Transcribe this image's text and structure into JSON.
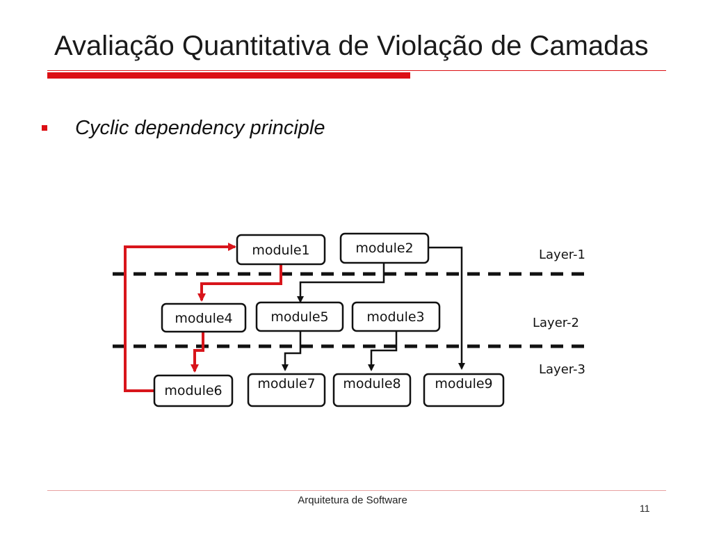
{
  "slide": {
    "title": "Avaliação Quantitativa de Violação de Camadas",
    "bullet": "Cyclic dependency principle",
    "footer": "Arquitetura de Software",
    "page_number": "11"
  },
  "diagram": {
    "layers": [
      "Layer-1",
      "Layer-2",
      "Layer-3"
    ],
    "modules": {
      "m1": "module1",
      "m2": "module2",
      "m3": "module3",
      "m4": "module4",
      "m5": "module5",
      "m6": "module6",
      "m7": "module7",
      "m8": "module8",
      "m9": "module9"
    },
    "colors": {
      "accent": "#dc0f14",
      "cycle_edges": "#d8151b",
      "edges": "#111111"
    }
  }
}
